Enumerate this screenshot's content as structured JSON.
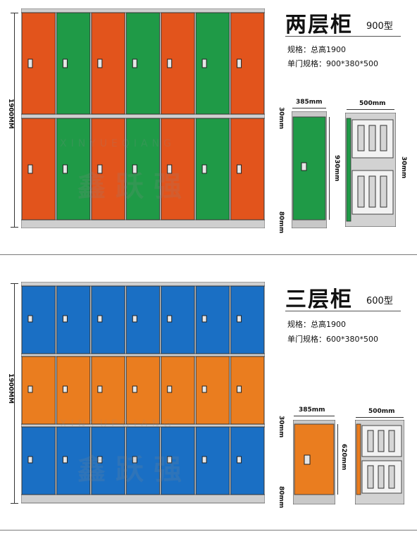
{
  "two_tier": {
    "title": "两层柜",
    "model": "900型",
    "spec_line1": "规格：总高1900",
    "spec_line2": "单门规格：900*380*500",
    "height_label": "1900MM",
    "dim_width": "385mm",
    "dim_depth": "500mm",
    "dim_top": "30mm",
    "dim_door": "930mm",
    "dim_bottom": "80mm",
    "dim_side_top": "30mm",
    "columns": 7,
    "rows": 2,
    "row_colors": [
      [
        "#e2541c",
        "#1f9a47",
        "#e2541c",
        "#1f9a47",
        "#e2541c",
        "#1f9a47",
        "#e2541c"
      ],
      [
        "#e2541c",
        "#1f9a47",
        "#e2541c",
        "#1f9a47",
        "#e2541c",
        "#1f9a47",
        "#e2541c"
      ]
    ],
    "side_door_color": "#1f9a47"
  },
  "three_tier": {
    "title": "三层柜",
    "model": "600型",
    "spec_line1": "规格：总高1900",
    "spec_line2": "单门规格：600*380*500",
    "height_label": "1900MM",
    "dim_width": "385mm",
    "dim_depth": "500mm",
    "dim_top": "30mm",
    "dim_door": "620mm",
    "dim_bottom": "80mm",
    "columns": 7,
    "rows": 3,
    "row_colors": [
      "#1a6fc4",
      "#ea7d1f",
      "#1a6fc4"
    ],
    "side_door_color": "#ea7d1f"
  },
  "watermark": {
    "cn": "鑫跃强",
    "en": "XINYUEQIANG"
  },
  "colors": {
    "orange_red": "#e2541c",
    "green": "#1f9a47",
    "blue": "#1a6fc4",
    "orange": "#ea7d1f",
    "frame_gray": "#c8c8c8"
  }
}
